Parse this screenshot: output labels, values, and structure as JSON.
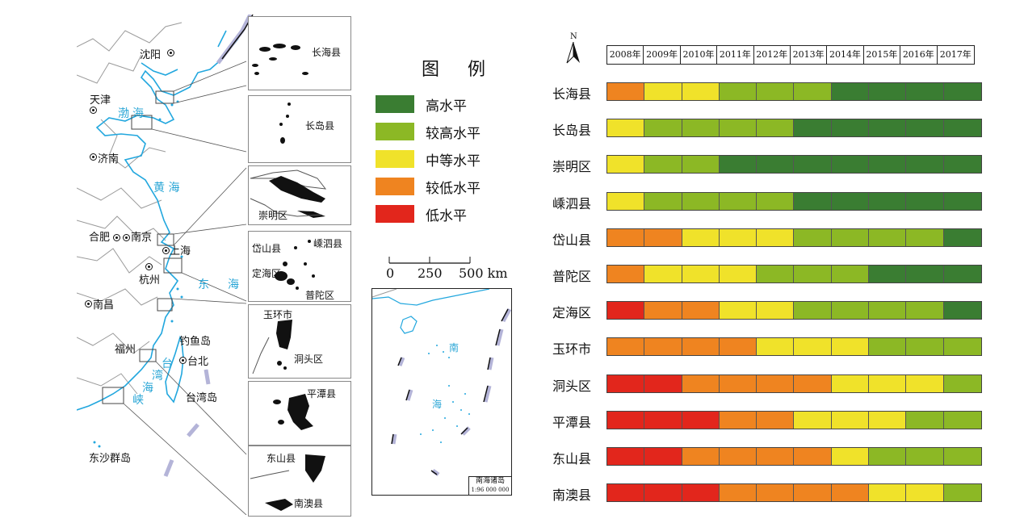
{
  "legend": {
    "title": "图 例",
    "items": [
      {
        "label": "高水平",
        "color": "#3a7d32"
      },
      {
        "label": "较高水平",
        "color": "#8cb825"
      },
      {
        "label": "中等水平",
        "color": "#f0e22a"
      },
      {
        "label": "较低水平",
        "color": "#ef8420"
      },
      {
        "label": "低水平",
        "color": "#e2261c"
      }
    ]
  },
  "scale": {
    "t0": "0",
    "t1": "250",
    "t2": "500 km"
  },
  "north": "N",
  "map_labels": {
    "shenyang": "沈阳",
    "tianjin": "天津",
    "jinan": "济南",
    "hefei": "合肥",
    "nanjing": "南京",
    "shanghai": "上海",
    "hangzhou": "杭州",
    "nanchang": "南昌",
    "fuzhou": "福州",
    "taipei": "台北",
    "diaoyu": "钓鱼岛",
    "taiwan": "台湾岛",
    "dongsha": "东沙群岛",
    "bohai1": "渤",
    "bohai2": "海",
    "huanghai": "黄 海",
    "donghai1": "东",
    "donghai2": "海",
    "taiwanstrait1": "台",
    "taiwanstrait2": "湾",
    "taiwanstrait3": "海",
    "taiwanstrait4": "峡",
    "nanhai1": "南",
    "nanhai2": "海"
  },
  "insets": {
    "changhai": "长海县",
    "changdao": "长岛县",
    "chongming": "崇明区",
    "daishan": "岱山县",
    "shengsi": "嵊泗县",
    "dinghai": "定海区",
    "putuo": "普陀区",
    "yuhuan": "玉环市",
    "dongtou": "洞头区",
    "pingtan": "平潭县",
    "dongshan": "东山县",
    "nanao": "南澳县",
    "scs_title": "南海诸岛",
    "scs_scale": "1:96 000 000"
  },
  "chart_data": {
    "type": "heatmap",
    "years": [
      "2008年",
      "2009年",
      "2010年",
      "2011年",
      "2012年",
      "2013年",
      "2014年",
      "2015年",
      "2016年",
      "2017年"
    ],
    "levels": [
      "高水平",
      "较高水平",
      "中等水平",
      "较低水平",
      "低水平"
    ],
    "rows": [
      {
        "name": "长海县",
        "values": [
          "较低水平",
          "中等水平",
          "中等水平",
          "较高水平",
          "较高水平",
          "较高水平",
          "高水平",
          "高水平",
          "高水平",
          "高水平"
        ]
      },
      {
        "name": "长岛县",
        "values": [
          "中等水平",
          "较高水平",
          "较高水平",
          "较高水平",
          "较高水平",
          "高水平",
          "高水平",
          "高水平",
          "高水平",
          "高水平"
        ]
      },
      {
        "name": "崇明区",
        "values": [
          "中等水平",
          "较高水平",
          "较高水平",
          "高水平",
          "高水平",
          "高水平",
          "高水平",
          "高水平",
          "高水平",
          "高水平"
        ]
      },
      {
        "name": "嵊泗县",
        "values": [
          "中等水平",
          "较高水平",
          "较高水平",
          "较高水平",
          "较高水平",
          "高水平",
          "高水平",
          "高水平",
          "高水平",
          "高水平"
        ]
      },
      {
        "name": "岱山县",
        "values": [
          "较低水平",
          "较低水平",
          "中等水平",
          "中等水平",
          "中等水平",
          "较高水平",
          "较高水平",
          "较高水平",
          "较高水平",
          "高水平"
        ]
      },
      {
        "name": "普陀区",
        "values": [
          "较低水平",
          "中等水平",
          "中等水平",
          "中等水平",
          "较高水平",
          "较高水平",
          "较高水平",
          "高水平",
          "高水平",
          "高水平"
        ]
      },
      {
        "name": "定海区",
        "values": [
          "低水平",
          "较低水平",
          "较低水平",
          "中等水平",
          "中等水平",
          "较高水平",
          "较高水平",
          "较高水平",
          "较高水平",
          "高水平"
        ]
      },
      {
        "name": "玉环市",
        "values": [
          "较低水平",
          "较低水平",
          "较低水平",
          "较低水平",
          "中等水平",
          "中等水平",
          "中等水平",
          "较高水平",
          "较高水平",
          "较高水平"
        ]
      },
      {
        "name": "洞头区",
        "values": [
          "低水平",
          "低水平",
          "较低水平",
          "较低水平",
          "较低水平",
          "较低水平",
          "中等水平",
          "中等水平",
          "中等水平",
          "较高水平"
        ]
      },
      {
        "name": "平潭县",
        "values": [
          "低水平",
          "低水平",
          "低水平",
          "较低水平",
          "较低水平",
          "中等水平",
          "中等水平",
          "中等水平",
          "较高水平",
          "较高水平"
        ]
      },
      {
        "name": "东山县",
        "values": [
          "低水平",
          "低水平",
          "较低水平",
          "较低水平",
          "较低水平",
          "较低水平",
          "中等水平",
          "较高水平",
          "较高水平",
          "较高水平"
        ]
      },
      {
        "name": "南澳县",
        "values": [
          "低水平",
          "低水平",
          "低水平",
          "较低水平",
          "较低水平",
          "较低水平",
          "较低水平",
          "中等水平",
          "中等水平",
          "较高水平"
        ]
      }
    ]
  }
}
